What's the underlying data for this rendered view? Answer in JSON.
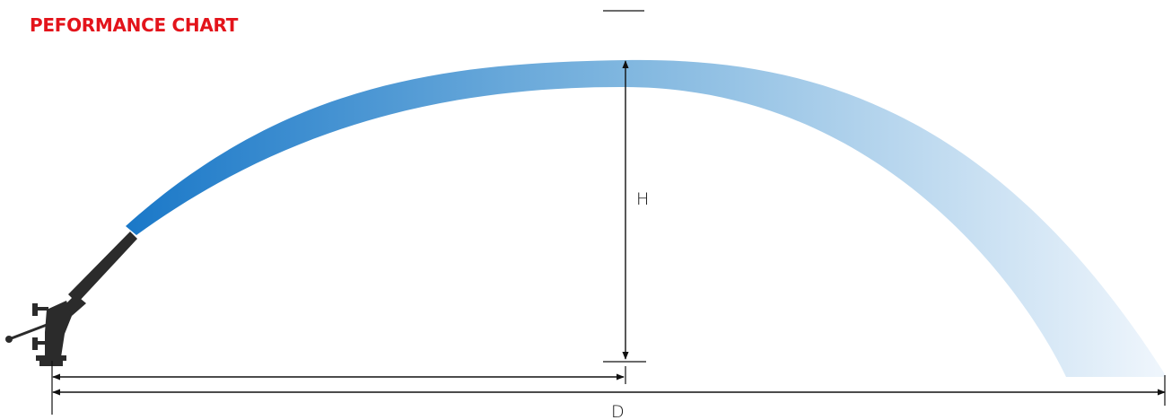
{
  "title": "PEFORMANCE CHART",
  "labels": {
    "height": "H",
    "distance": "D"
  },
  "colors": {
    "title": "#e3141b",
    "jet_start": "#1a78c8",
    "jet_mid": "#7fb6df",
    "jet_end": "#eef5fc",
    "dimension_line": "#111111",
    "cannon": "#2b2b2b"
  },
  "icons": {
    "cannon": "water-cannon-icon"
  }
}
